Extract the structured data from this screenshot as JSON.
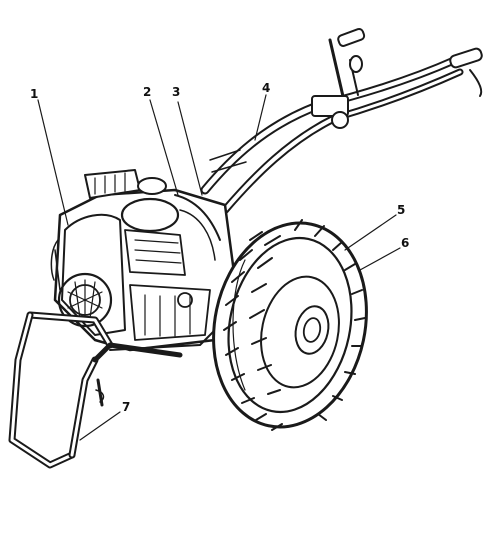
{
  "callouts": [
    {
      "id": "1",
      "text": "1"
    },
    {
      "id": "2",
      "text": "2"
    },
    {
      "id": "3",
      "text": "3"
    },
    {
      "id": "4",
      "text": "4"
    },
    {
      "id": "5",
      "text": "5"
    },
    {
      "id": "6",
      "text": "6"
    },
    {
      "id": "7",
      "text": "7"
    }
  ],
  "colors": {
    "ink": "#1a1a1a",
    "background": "#ffffff"
  }
}
